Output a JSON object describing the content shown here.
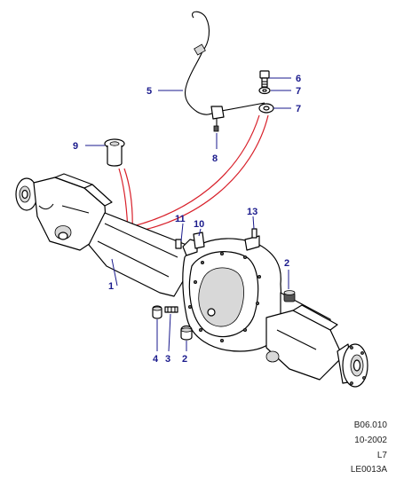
{
  "callouts": {
    "c1": "1",
    "c2a": "2",
    "c2b": "2",
    "c3": "3",
    "c4": "4",
    "c5": "5",
    "c6": "6",
    "c7a": "7",
    "c7b": "7",
    "c8": "8",
    "c9": "9",
    "c10": "10",
    "c11": "11",
    "c13": "13"
  },
  "reference": {
    "code": "B06.010",
    "date": "10-2002",
    "model": "L7",
    "image_id": "LE0013A"
  },
  "colors": {
    "callout": "#1a1a8c",
    "leader_red": "#d8202a",
    "line": "#000000"
  }
}
